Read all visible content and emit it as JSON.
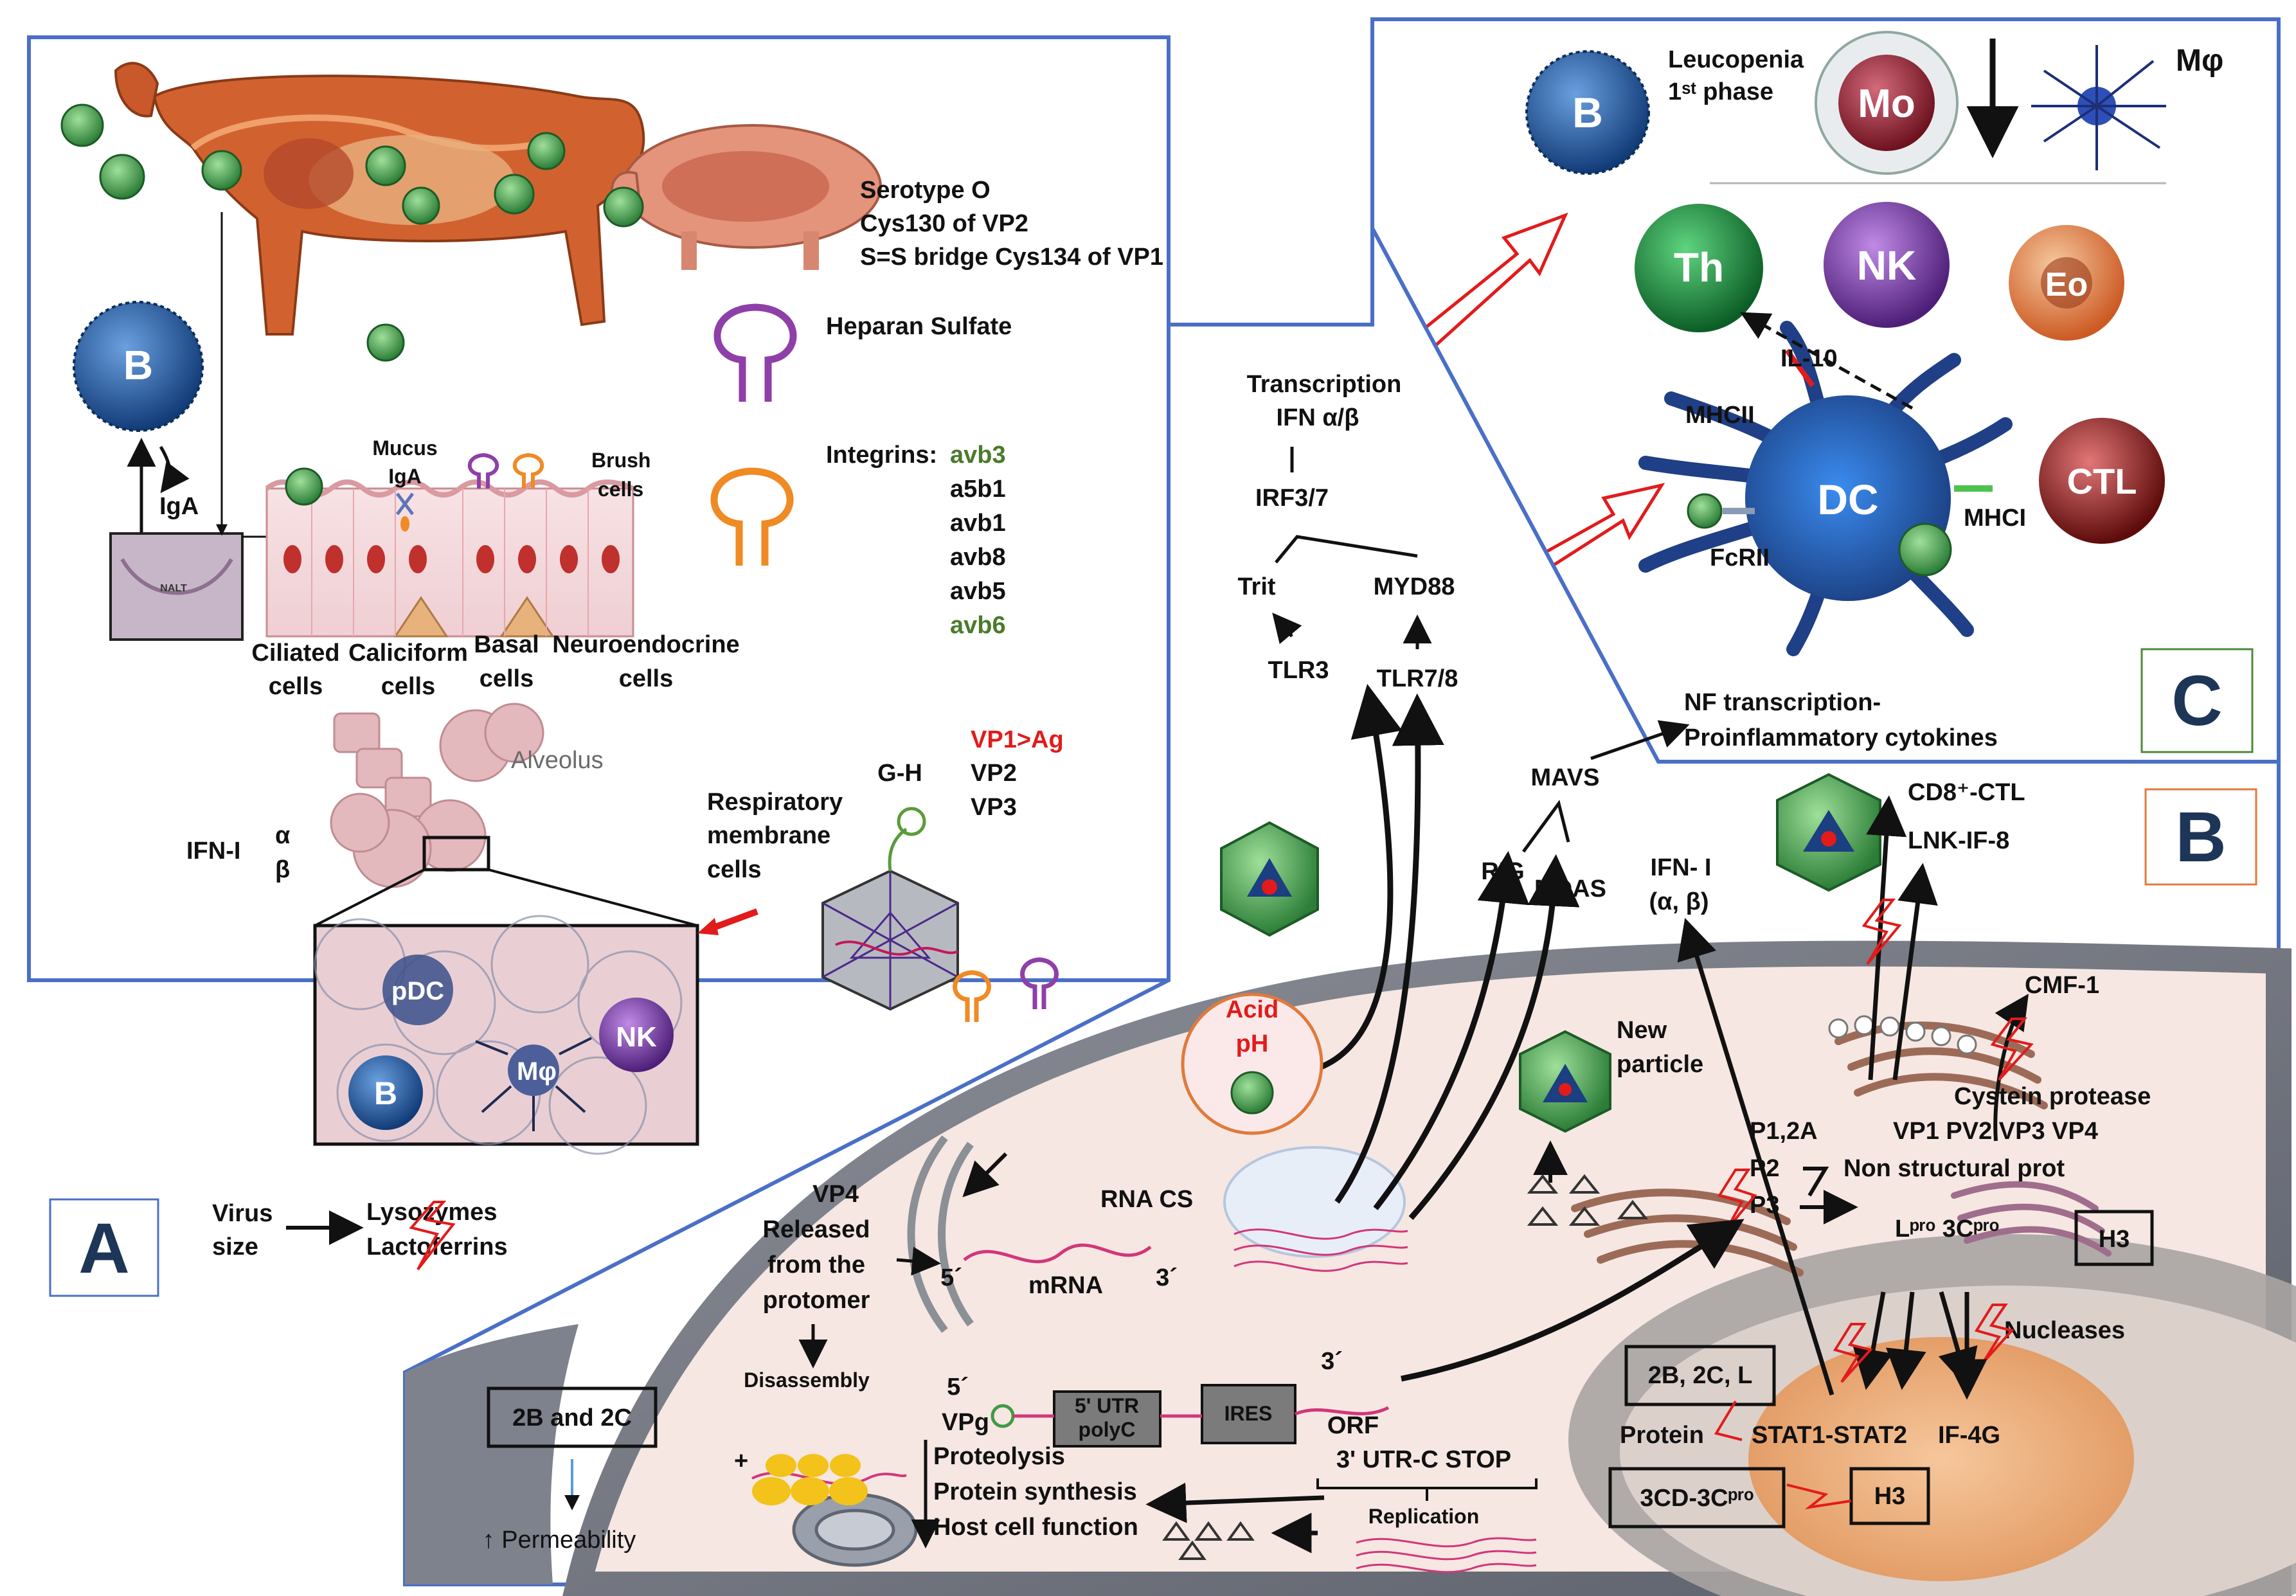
{
  "colors": {
    "panel_border": "#4a6fc7",
    "virus_green": "#3e9b47",
    "b_cell": "#1f4f8c",
    "th_cell": "#1b8a3a",
    "nk_cell": "#7b3fa3",
    "eo_cell": "#e07a3c",
    "ctl_cell": "#9b1d1d",
    "dc_cell": "#2a6bc4",
    "heparan": "#8e3fa8",
    "integrin": "#f08a24",
    "red_arrow": "#e21b1b",
    "cell_pink": "#f3d6d8",
    "nucleus": "#f2b98a"
  },
  "panel_a": {
    "letter": "A",
    "serotype": "Serotype O",
    "cys130": "Cys130 of VP2",
    "ss_bridge": "S=S bridge Cys134 of VP1",
    "heparan": "Heparan Sulfate",
    "integrins_label": "Integrins:",
    "integrins": [
      {
        "name": "avb3",
        "green": true
      },
      {
        "name": "a5b1",
        "green": false
      },
      {
        "name": "avb1",
        "green": false
      },
      {
        "name": "avb8",
        "green": false
      },
      {
        "name": "avb5",
        "green": false
      },
      {
        "name": "avb6",
        "green": true
      }
    ],
    "b_cell": "B",
    "iga": "IgA",
    "nalt": "NALT",
    "mucus": "Mucus",
    "mucus_iga": "IgA",
    "brush": "Brush",
    "brush2": "cells",
    "cell_types": [
      {
        "l1": "Ciliated",
        "l2": "cells"
      },
      {
        "l1": "Caliciform",
        "l2": "cells"
      },
      {
        "l1": "Basal",
        "l2": "cells"
      },
      {
        "l1": "Neuroendocrine",
        "l2": "cells"
      }
    ],
    "alveolus": "Alveolus",
    "ifn": "IFN-I",
    "alpha": "α",
    "beta": "β",
    "zoom_cells": {
      "pdc": "pDC",
      "b": "B",
      "mf": "Mφ",
      "nk": "NK"
    },
    "respiratory": [
      "Respiratory",
      "membrane",
      "cells"
    ],
    "gh": "G-H",
    "vp1ag": "VP1>Ag",
    "vp2": "VP2",
    "vp3": "VP3",
    "virus_size": [
      "Virus",
      "size"
    ],
    "lysozymes": "Lysozymes",
    "lactoferrins": "Lactoferrins"
  },
  "panel_b": {
    "letter": "B",
    "transcription": "Transcription",
    "ifn_ab": "IFN α/β",
    "irf": "IRF3/7",
    "trit": "Trit",
    "myd88": "MYD88",
    "tlr3": "TLR3",
    "tlr78": "TLR7/8",
    "mavs": "MAVS",
    "rig": "RIG",
    "mdas": "MDAS",
    "ifn_i": "IFN- I",
    "ifn_i2": "(α, β)",
    "cd8": "CD8⁺-CTL",
    "lnk": "LNK-IF-8",
    "acid": "Acid",
    "ph": "pH",
    "new_particle": [
      "New",
      "particle"
    ],
    "cmf": "CMF-1",
    "cystein": "Cystein protease",
    "vps": "VP1 PV2 VP3 VP4",
    "p12a": "P1,2A",
    "p2": "P2",
    "p3": "P3",
    "nonstruct": "Non structural prot",
    "lpro": "Lᵖʳᵒ 3Cᵖʳᵒ",
    "h3": "H3",
    "nucleases": "Nucleases",
    "vp4": [
      "VP4",
      "Released",
      "from the",
      "protomer"
    ],
    "rna_cs": "RNA CS",
    "five": "5´",
    "three": "3´",
    "mrna": "mRNA",
    "disassembly": "Disassembly",
    "five_b": "5´",
    "vpg": "VPg",
    "utr5": [
      "5' UTR",
      "polyC"
    ],
    "ires": "IRES",
    "three_b": "3´",
    "orf": "ORF",
    "utr3": "3' UTR-C STOP",
    "replication": "Replication",
    "proteolysis": "Proteolysis",
    "protein_synthesis": "Protein synthesis",
    "host_cell": "Host cell function",
    "plus": "+",
    "box_2b2c": "2B and 2C",
    "permeability": "↑ Permeability",
    "box_2b2cl": "2B, 2C, L",
    "protein": "Protein",
    "stat": "STAT1-STAT2",
    "if4g": "IF-4G",
    "box_3cd": "3CD-3Cᵖʳᵒ",
    "h3b": "H3"
  },
  "panel_c": {
    "letter": "C",
    "leucopenia": "Leucopenia",
    "first_phase": "1ˢᵗ phase",
    "b": "B",
    "mo": "Mo",
    "mf": "Mφ",
    "th": "Th",
    "nk": "NK",
    "eo": "Eo",
    "il10": "IL-10",
    "mhcii": "MHCII",
    "dc": "DC",
    "ctl": "CTL",
    "mhci": "MHCI",
    "fcr": "FcRII",
    "nf1": "NF transcription-",
    "nf2": "Proinflammatory cytokines"
  }
}
